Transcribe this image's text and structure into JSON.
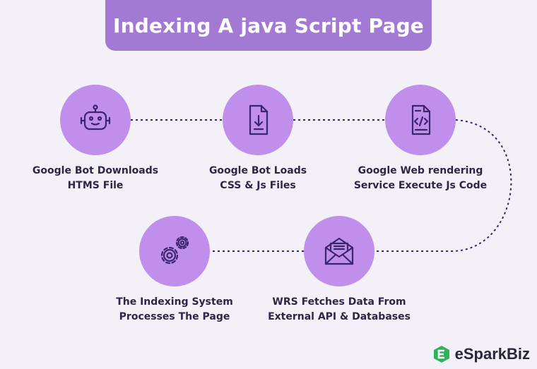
{
  "title": "Indexing A java Script Page",
  "steps": [
    {
      "icon": "robot-icon",
      "lines": [
        "Google Bot Downloads",
        "HTMS File"
      ]
    },
    {
      "icon": "file-download-icon",
      "lines": [
        "Google Bot Loads",
        "CSS & Js Files"
      ]
    },
    {
      "icon": "code-file-icon",
      "lines": [
        "Google Web rendering",
        "Service Execute Js Code"
      ]
    },
    {
      "icon": "envelope-icon",
      "lines": [
        "WRS Fetches Data From",
        "External API & Databases"
      ]
    },
    {
      "icon": "gears-icon",
      "lines": [
        "The Indexing System",
        "Processes The Page"
      ]
    }
  ],
  "logo": {
    "text": "eSparkBiz",
    "icon": "esparkbiz-logo-icon"
  },
  "colors": {
    "background": "#f3f0f7",
    "banner": "#a37ad3",
    "circle": "#c08fec",
    "icon_stroke": "#3b2470",
    "text": "#2d2746",
    "logo_green": "#2fb25a"
  }
}
